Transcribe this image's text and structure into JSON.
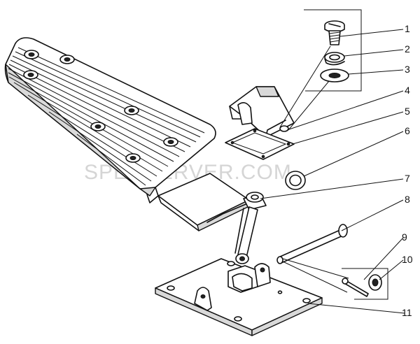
{
  "watermark": "SPECSERVER.COM",
  "callouts": [
    "1",
    "2",
    "3",
    "4",
    "5",
    "6",
    "7",
    "8",
    "9",
    "10",
    "11"
  ]
}
